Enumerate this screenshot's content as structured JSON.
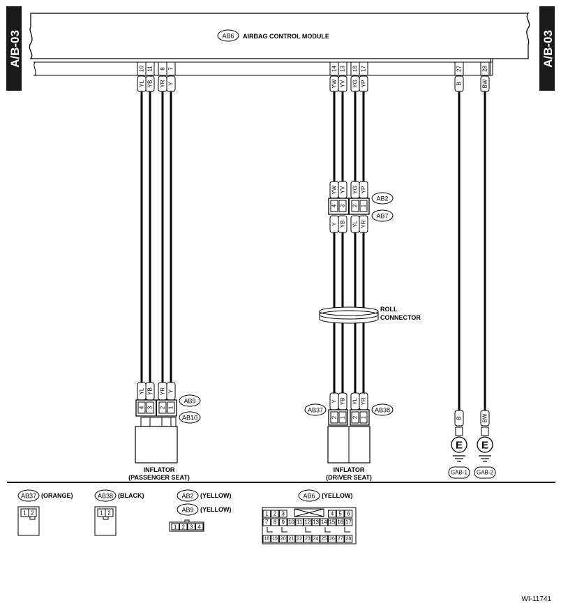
{
  "side_tab": "A/B-03",
  "module": {
    "connector": "AB6",
    "name": "AIRBAG CONTROL MODULE"
  },
  "pins": {
    "pass": [
      {
        "pin": "10",
        "color": "YL"
      },
      {
        "pin": "11",
        "color": "YB"
      },
      {
        "pin": "8",
        "color": "YR"
      },
      {
        "pin": "7",
        "color": "Y"
      }
    ],
    "drv": [
      {
        "pin": "14",
        "color": "YW"
      },
      {
        "pin": "13",
        "color": "YV"
      },
      {
        "pin": "16",
        "color": "YG"
      },
      {
        "pin": "17",
        "color": "YP"
      }
    ],
    "gnd": [
      {
        "pin": "27",
        "color": "B"
      },
      {
        "pin": "28",
        "color": "BW"
      }
    ]
  },
  "ab2": {
    "connector": "AB2",
    "colors": [
      "YW",
      "YV",
      "YG",
      "YP"
    ],
    "pins": [
      "4",
      "3",
      "2",
      "1"
    ]
  },
  "ab7": {
    "connector": "AB7",
    "colors": [
      "Y",
      "YB",
      "YL",
      "YR"
    ]
  },
  "roll_connector": {
    "line1": "ROLL",
    "line2": "CONNECTOR"
  },
  "ab9": {
    "connector": "AB9",
    "colors": [
      "YL",
      "YB",
      "YR",
      "Y"
    ],
    "pins": [
      "4",
      "3",
      "2",
      "1"
    ]
  },
  "ab10": {
    "connector": "AB10"
  },
  "inflator_passenger": {
    "line1": "INFLATOR",
    "line2": "(PASSENGER SEAT)"
  },
  "ab37": {
    "connector": "AB37",
    "colors": [
      "Y",
      "YB"
    ],
    "pins": [
      "2",
      "1"
    ]
  },
  "ab38": {
    "connector": "AB38",
    "colors": [
      "YL",
      "YR"
    ],
    "pins": [
      "2",
      "1"
    ]
  },
  "inflator_driver": {
    "line1": "INFLATOR",
    "line2": "(DRIVER SEAT)"
  },
  "grounds": [
    {
      "color": "B",
      "symbol": "E",
      "label": "GAB-1"
    },
    {
      "color": "BW",
      "symbol": "E",
      "label": "GAB-2"
    }
  ],
  "legend": {
    "ab37": {
      "connector": "AB37",
      "color": "(ORANGE)",
      "pins": [
        "1",
        "2"
      ]
    },
    "ab38": {
      "connector": "AB38",
      "color": "(BLACK)",
      "pins": [
        "1",
        "2"
      ]
    },
    "ab2": {
      "connector": "AB2",
      "color": "(YELLOW)"
    },
    "ab9": {
      "connector": "AB9",
      "color": "(YELLOW)"
    },
    "ab2_ab9_pins": [
      "1",
      "2",
      "3",
      "4"
    ],
    "ab6": {
      "connector": "AB6",
      "color": "(YELLOW)",
      "row1": [
        "1",
        "2",
        "3",
        "4",
        "5",
        "6"
      ],
      "row2": [
        "7",
        "8",
        "9",
        "10",
        "11",
        "12",
        "13",
        "14",
        "15",
        "16",
        "17"
      ],
      "row3": [
        "18",
        "19",
        "20",
        "21",
        "22",
        "23",
        "24",
        "25",
        "26",
        "27",
        "28"
      ]
    }
  },
  "figure_id": "WI-11741"
}
